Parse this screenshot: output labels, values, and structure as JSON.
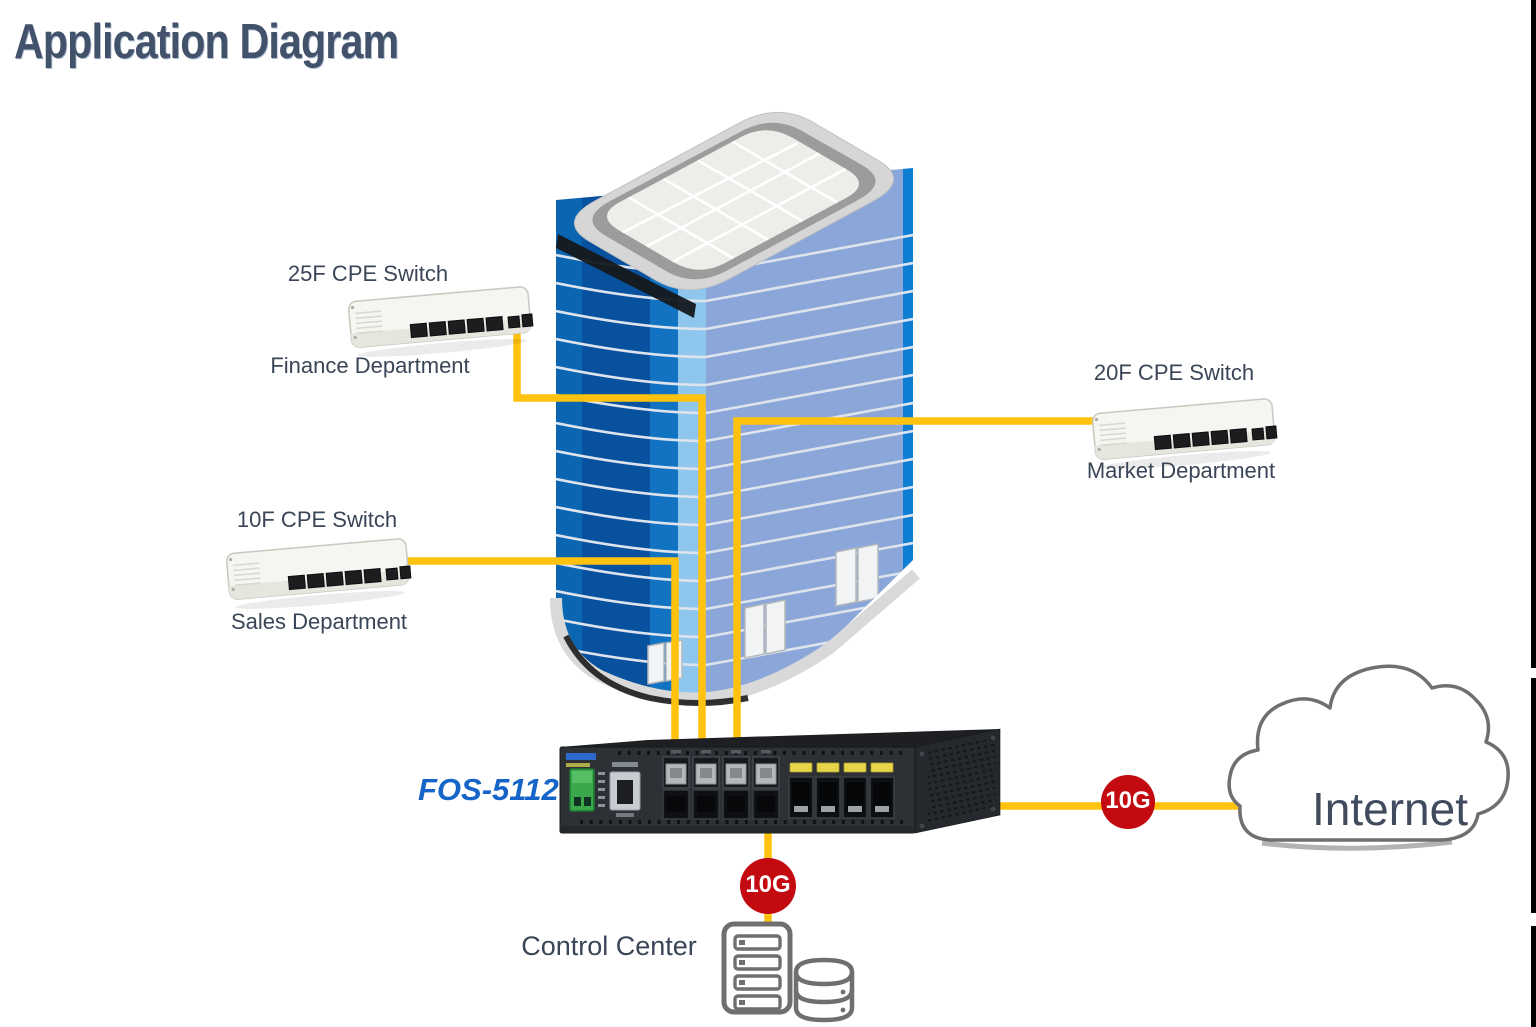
{
  "title": "Application Diagram",
  "nodes": {
    "finance": {
      "name": "25F CPE Switch",
      "dept": "Finance Department"
    },
    "market": {
      "name": "20F CPE Switch",
      "dept": "Market Department"
    },
    "sales": {
      "name": "10F CPE Switch",
      "dept": "Sales Department"
    }
  },
  "core_switch": {
    "model": "FOS-5112"
  },
  "internet": {
    "label": "Internet"
  },
  "control_center": {
    "label": "Control Center"
  },
  "links": [
    {
      "from": "25F CPE Switch",
      "to": "FOS-5112"
    },
    {
      "from": "20F CPE Switch",
      "to": "FOS-5112"
    },
    {
      "from": "10F CPE Switch",
      "to": "FOS-5112"
    },
    {
      "from": "FOS-5112",
      "to": "Internet",
      "speed": "10G"
    },
    {
      "from": "FOS-5112",
      "to": "Control Center",
      "speed": "10G"
    }
  ],
  "colors": {
    "cable": "#FFC20E",
    "speed_badge": "#C20A10",
    "title_text": "#42526B",
    "label_text": "#3A4657",
    "model_text": "#1565C8",
    "cloud_outline": "#6F6F6F"
  }
}
